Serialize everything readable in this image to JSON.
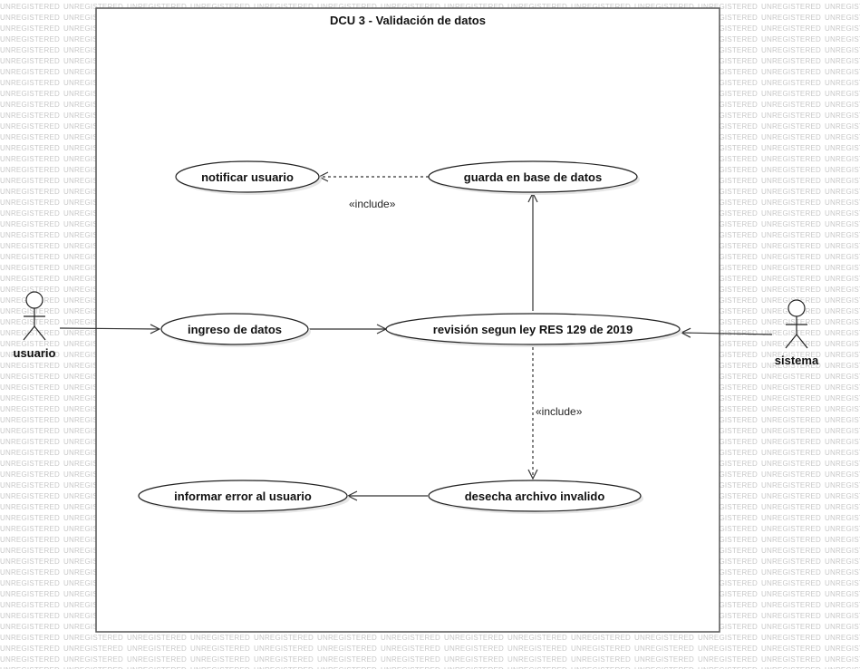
{
  "watermark": {
    "text": "UNREGISTERED"
  },
  "diagram": {
    "title": "DCU 3 - Validación de datos"
  },
  "actors": {
    "usuario": {
      "label": "usuario"
    },
    "sistema": {
      "label": "sistema"
    }
  },
  "usecases": {
    "notificar": {
      "label": "notificar usuario"
    },
    "guarda": {
      "label": "guarda en base de datos"
    },
    "ingreso": {
      "label": "ingreso de datos"
    },
    "revision": {
      "label": "revisión segun ley RES 129 de 2019"
    },
    "informar": {
      "label": "informar error al usuario"
    },
    "desecha": {
      "label": "desecha archivo invalido"
    }
  },
  "relations": {
    "include_top": {
      "label": "«include»"
    },
    "include_bottom": {
      "label": "«include»"
    }
  },
  "colors": {
    "line": "#333333",
    "watermark": "#c8c8c8",
    "shadow": "#e6e6e6"
  }
}
